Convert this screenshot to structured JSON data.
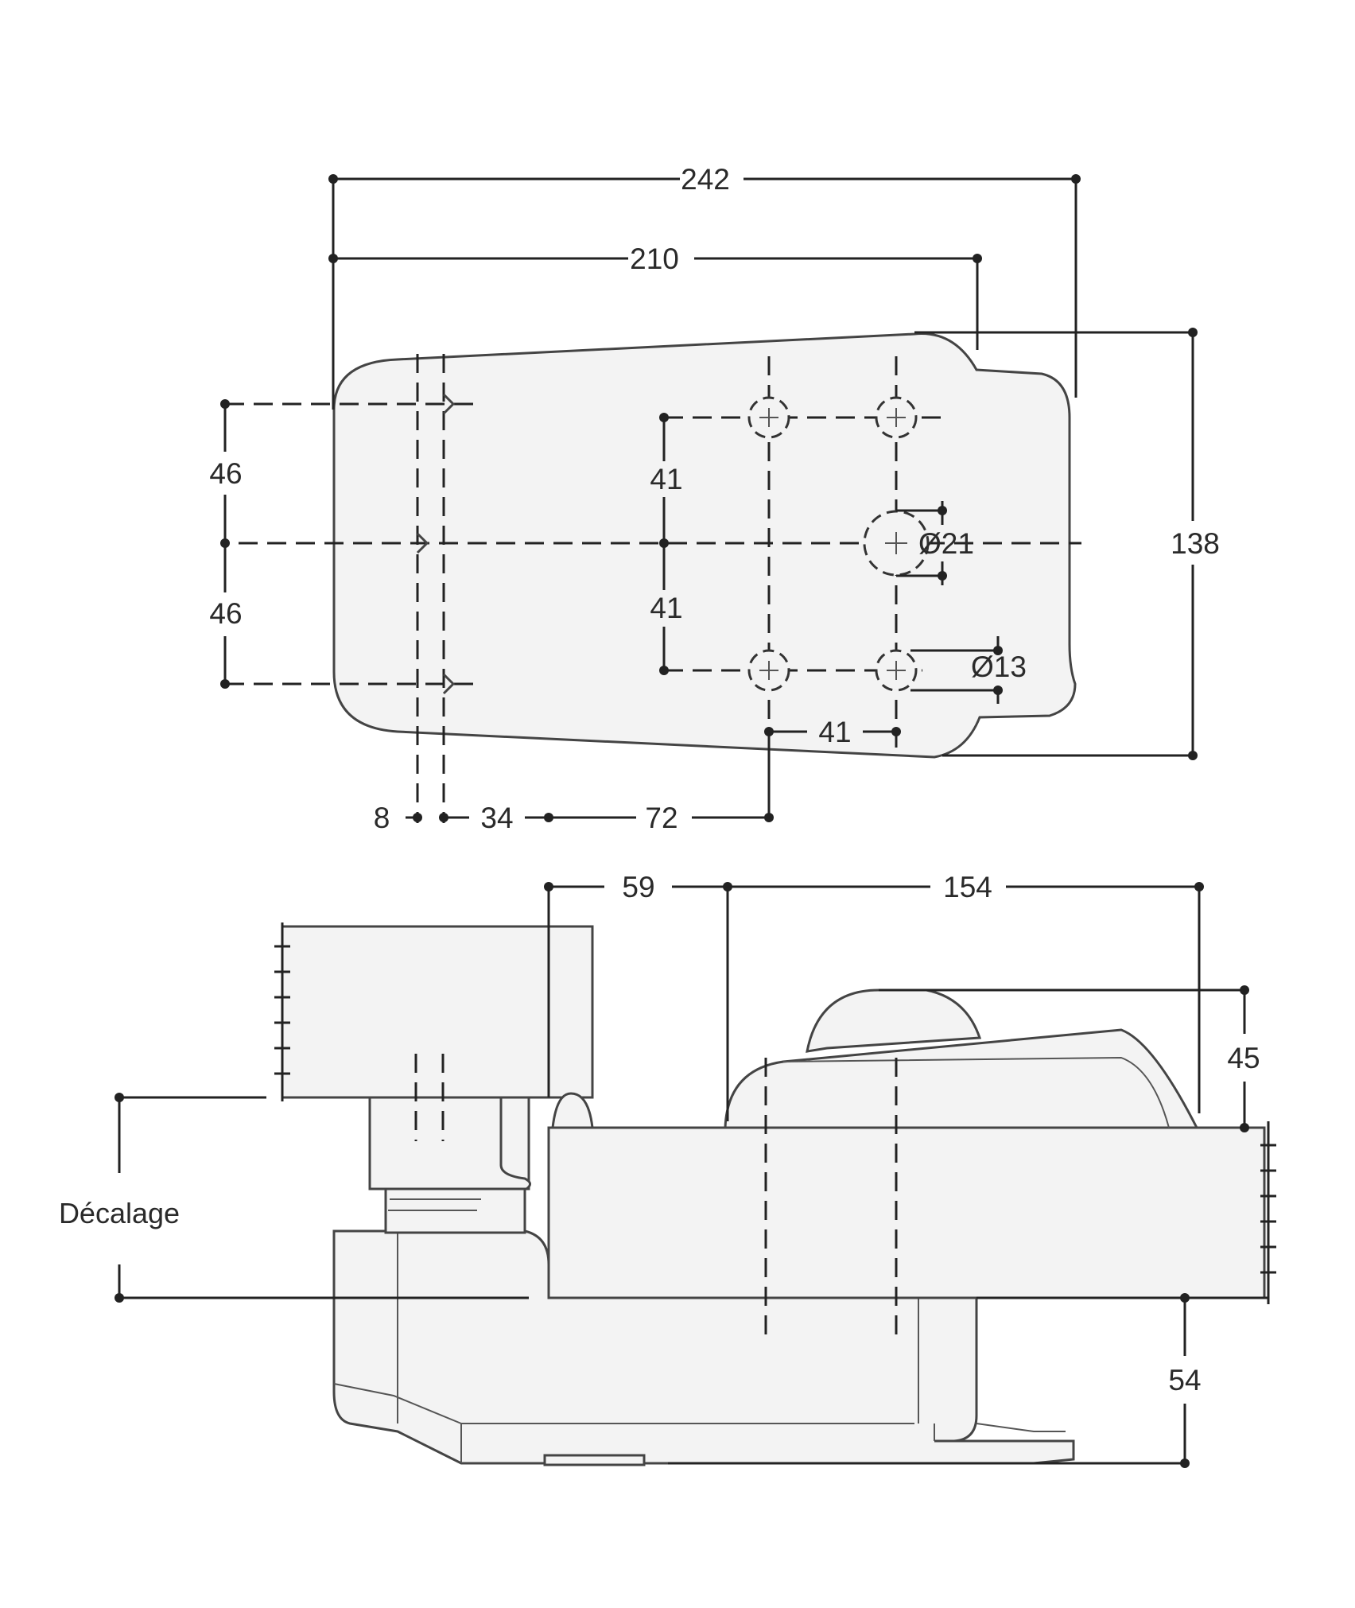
{
  "top_view": {
    "dims": {
      "overall_length": "242",
      "plate_length": "210",
      "height": "138",
      "upper_half": "46",
      "lower_half": "46",
      "hole_upper": "41",
      "hole_lower": "41",
      "hole_pitch": "41",
      "bore_diameter": "Ø21",
      "hole_diameter": "Ø13",
      "offset_8": "8",
      "offset_34": "34",
      "offset_72": "72"
    }
  },
  "side_view": {
    "dims": {
      "spacing_59": "59",
      "length_154": "154",
      "pad_height": "45",
      "bottom_height": "54"
    },
    "offset_label": "Décalage"
  }
}
